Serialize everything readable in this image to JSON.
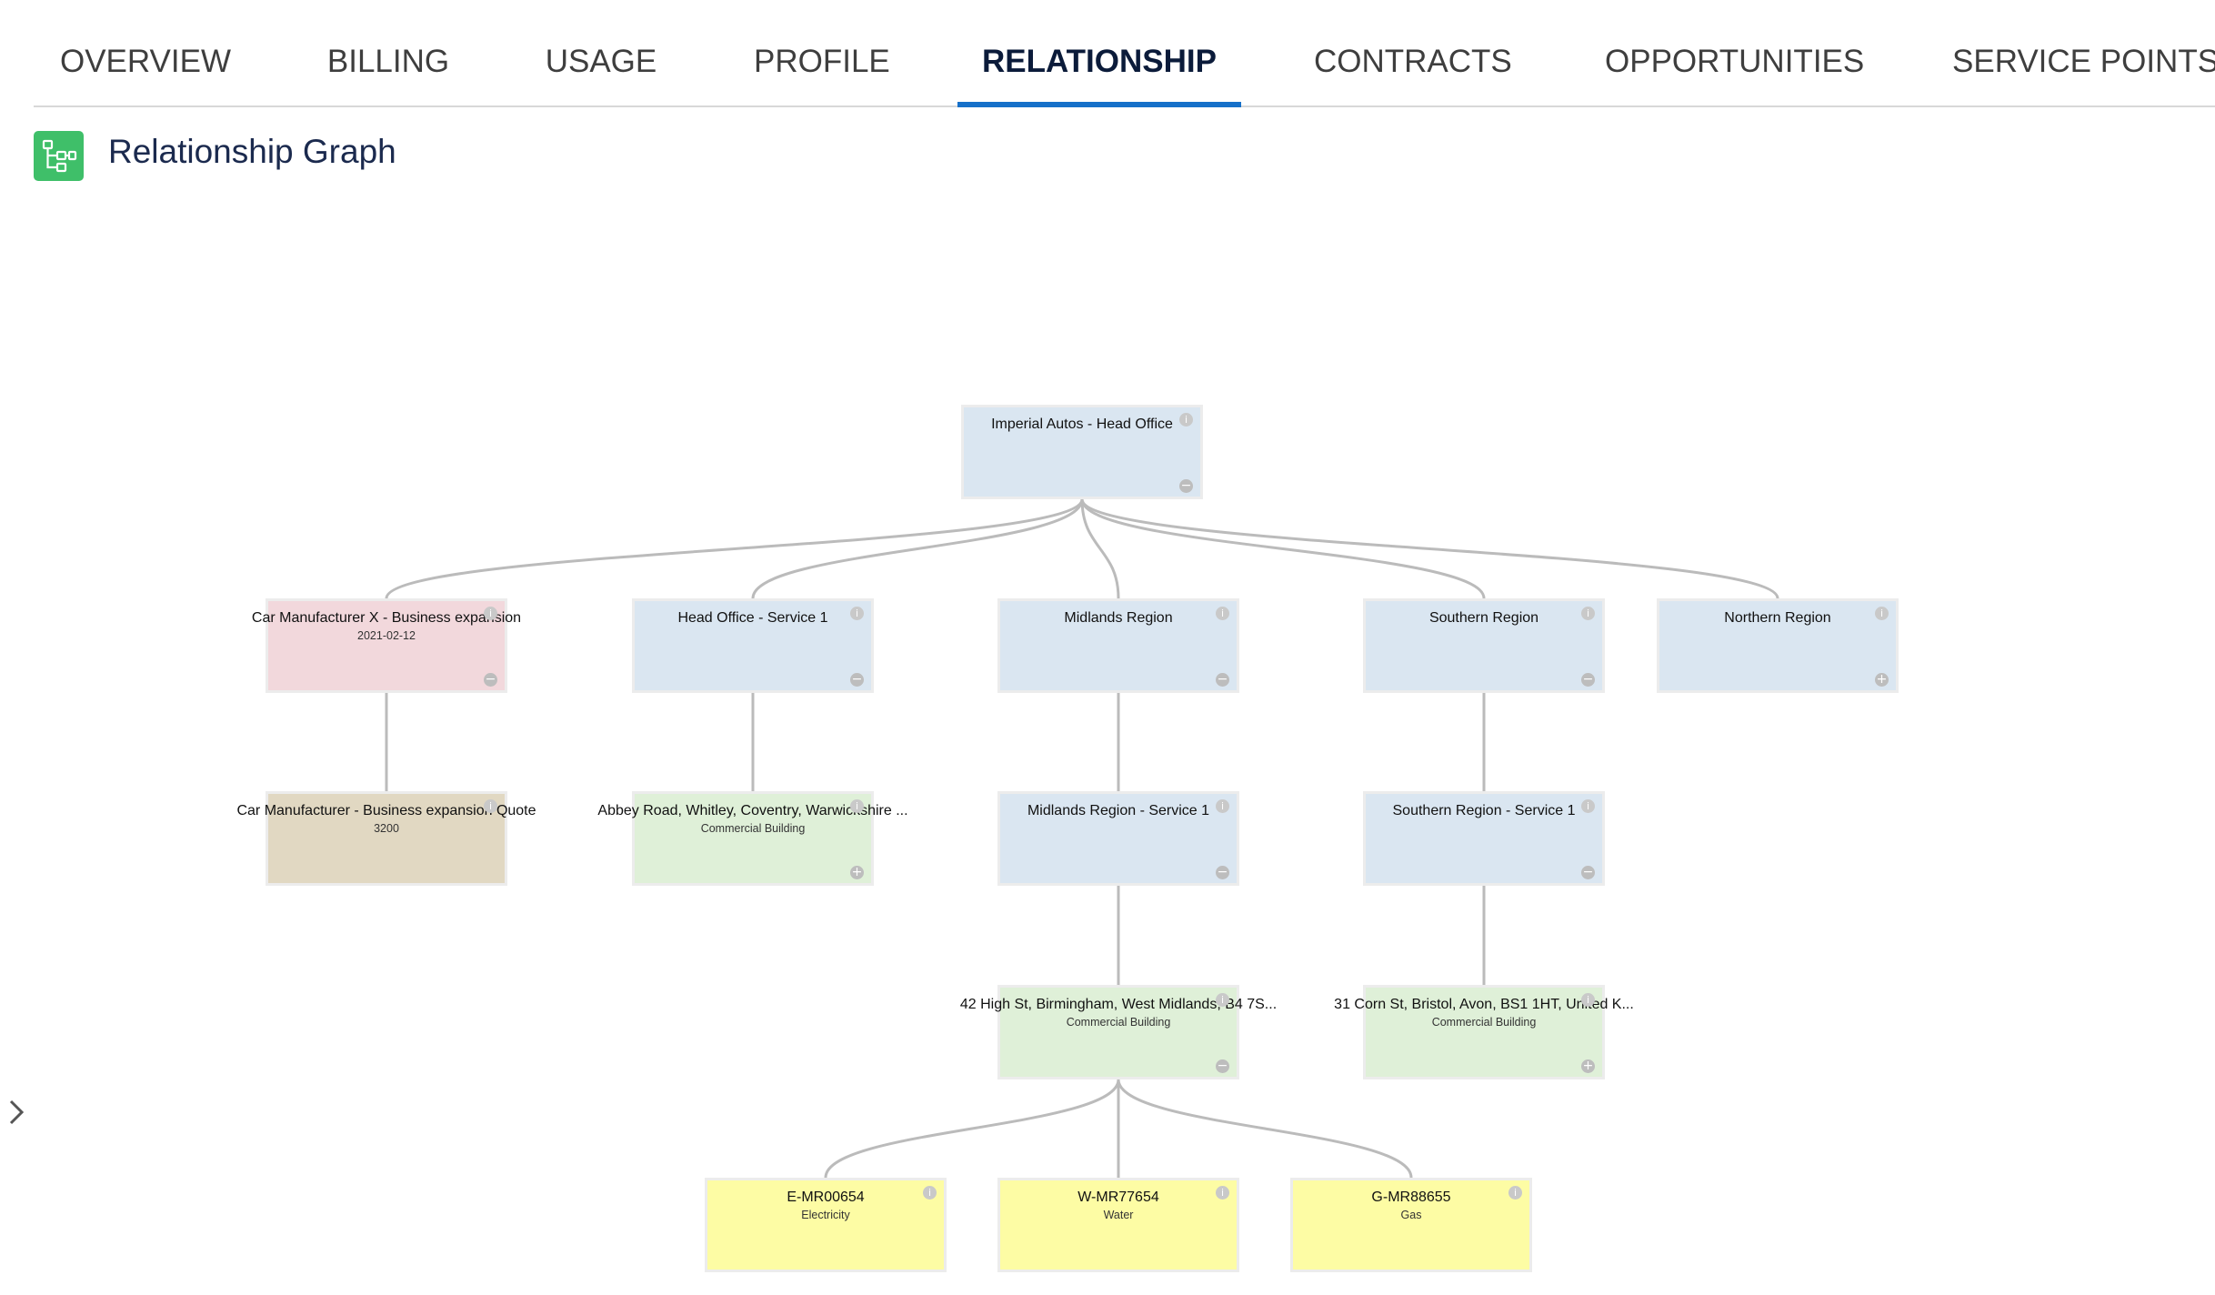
{
  "tabs": [
    {
      "id": "overview",
      "label": "OVERVIEW",
      "active": false
    },
    {
      "id": "billing",
      "label": "BILLING",
      "active": false
    },
    {
      "id": "usage",
      "label": "USAGE",
      "active": false
    },
    {
      "id": "profile",
      "label": "PROFILE",
      "active": false
    },
    {
      "id": "relationship",
      "label": "RELATIONSHIP",
      "active": true
    },
    {
      "id": "contracts",
      "label": "CONTRACTS",
      "active": false
    },
    {
      "id": "opportunities",
      "label": "OPPORTUNITIES",
      "active": false
    },
    {
      "id": "service-points",
      "label": "SERVICE POINTS",
      "active": false
    }
  ],
  "section": {
    "title": "Relationship Graph",
    "icon": "hierarchy-icon"
  },
  "colors": {
    "accent": "#1670c9",
    "icon_bg": "#3fbf69",
    "node_blue": "#dae6f1",
    "node_pink": "#f2d8dc",
    "node_tan": "#e1d8c2",
    "node_green": "#dff0d8",
    "node_yellow": "#fdfca4",
    "edge": "#bbbbbb"
  },
  "graph": {
    "nodes": [
      {
        "id": "n0",
        "title": "Imperial Autos - Head Office",
        "sub": "",
        "color": "blue",
        "toggle": "collapse",
        "parent": null
      },
      {
        "id": "n1",
        "title": "Car Manufacturer X - Business expansion",
        "sub": "2021-02-12",
        "color": "pink",
        "toggle": "collapse",
        "parent": "n0"
      },
      {
        "id": "n2",
        "title": "Head Office - Service 1",
        "sub": "",
        "color": "blue",
        "toggle": "collapse",
        "parent": "n0"
      },
      {
        "id": "n3",
        "title": "Midlands Region",
        "sub": "",
        "color": "blue",
        "toggle": "collapse",
        "parent": "n0"
      },
      {
        "id": "n4",
        "title": "Southern Region",
        "sub": "",
        "color": "blue",
        "toggle": "collapse",
        "parent": "n0"
      },
      {
        "id": "n5",
        "title": "Northern Region",
        "sub": "",
        "color": "blue",
        "toggle": "expand",
        "parent": "n0"
      },
      {
        "id": "n6",
        "title": "Car Manufacturer - Business expansion Quote",
        "sub": "3200",
        "color": "tan",
        "toggle": "none",
        "parent": "n1"
      },
      {
        "id": "n7",
        "title": "Abbey Road, Whitley, Coventry, Warwickshire ...",
        "sub": "Commercial Building",
        "color": "green",
        "toggle": "expand",
        "parent": "n2"
      },
      {
        "id": "n8",
        "title": "Midlands Region - Service 1",
        "sub": "",
        "color": "blue",
        "toggle": "collapse",
        "parent": "n3"
      },
      {
        "id": "n9",
        "title": "Southern Region - Service 1",
        "sub": "",
        "color": "blue",
        "toggle": "collapse",
        "parent": "n4"
      },
      {
        "id": "n10",
        "title": "42 High St, Birmingham, West Midlands, B4 7S...",
        "sub": "Commercial Building",
        "color": "green",
        "toggle": "collapse",
        "parent": "n8"
      },
      {
        "id": "n11",
        "title": "31 Corn St, Bristol, Avon, BS1 1HT, United K...",
        "sub": "Commercial Building",
        "color": "green",
        "toggle": "expand",
        "parent": "n9"
      },
      {
        "id": "n12",
        "title": "E-MR00654",
        "sub": "Electricity",
        "color": "yellow",
        "toggle": "none",
        "parent": "n10"
      },
      {
        "id": "n13",
        "title": "W-MR77654",
        "sub": "Water",
        "color": "yellow",
        "toggle": "none",
        "parent": "n10"
      },
      {
        "id": "n14",
        "title": "G-MR88655",
        "sub": "Gas",
        "color": "yellow",
        "toggle": "none",
        "parent": "n10"
      }
    ]
  }
}
